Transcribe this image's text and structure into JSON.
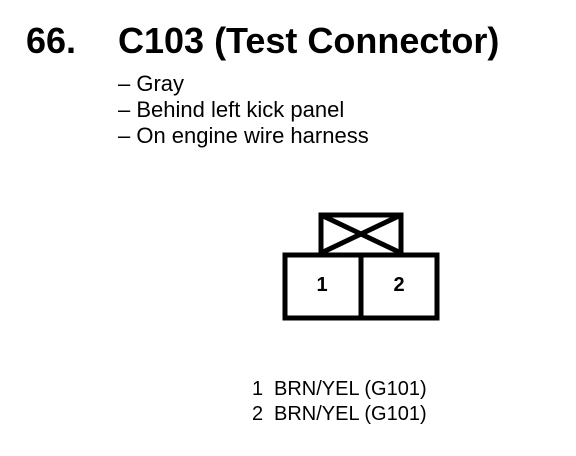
{
  "heading": {
    "number": "66.",
    "title": "C103 (Test Connector)"
  },
  "details": [
    "– Gray",
    "– Behind left kick panel",
    "– On engine wire harness"
  ],
  "connector": {
    "terminals": [
      {
        "label": "1"
      },
      {
        "label": "2"
      }
    ]
  },
  "pinout": [
    {
      "pin": "1",
      "wire": "BRN/YEL (G101)"
    },
    {
      "pin": "2",
      "wire": "BRN/YEL (G101)"
    }
  ]
}
